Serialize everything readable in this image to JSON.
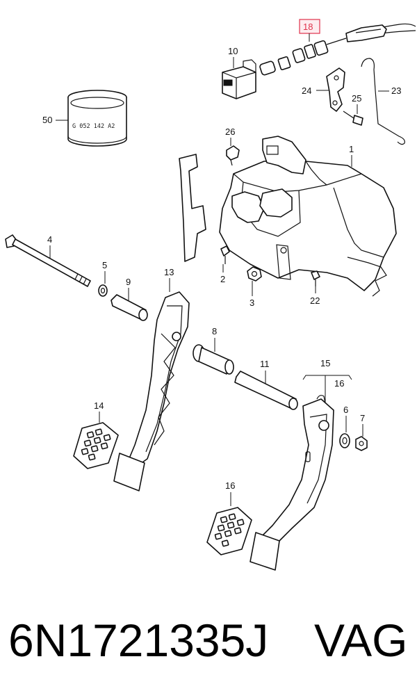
{
  "callouts": {
    "c1": "1",
    "c2": "2",
    "c3": "3",
    "c4": "4",
    "c5": "5",
    "c6": "6",
    "c7": "7",
    "c8": "8",
    "c9": "9",
    "c10": "10",
    "c11": "11",
    "c13": "13",
    "c14": "14",
    "c15": "15",
    "c16a": "16",
    "c16b": "16",
    "c18": "18",
    "c22": "22",
    "c23": "23",
    "c24": "24",
    "c25": "25",
    "c26": "26",
    "c50": "50"
  },
  "stamp_text": "G 052 142 A2",
  "highlight_color": "#e0334c",
  "caption": {
    "part_number": "6N1721335J",
    "brand": "VAG"
  }
}
